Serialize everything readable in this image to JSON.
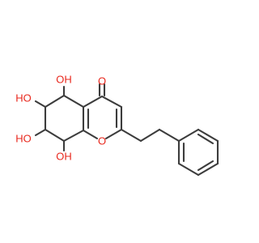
{
  "atoms": {
    "carbonyl_oxygen": "O",
    "ring_oxygen": "O",
    "hydroxyl_5": "OH",
    "hydroxyl_6": "HO",
    "hydroxyl_7": "HO",
    "hydroxyl_8": "OH"
  },
  "colors": {
    "bond": "#3c3c3c",
    "heteroatom": "#e8271c",
    "background": "#ffffff"
  }
}
